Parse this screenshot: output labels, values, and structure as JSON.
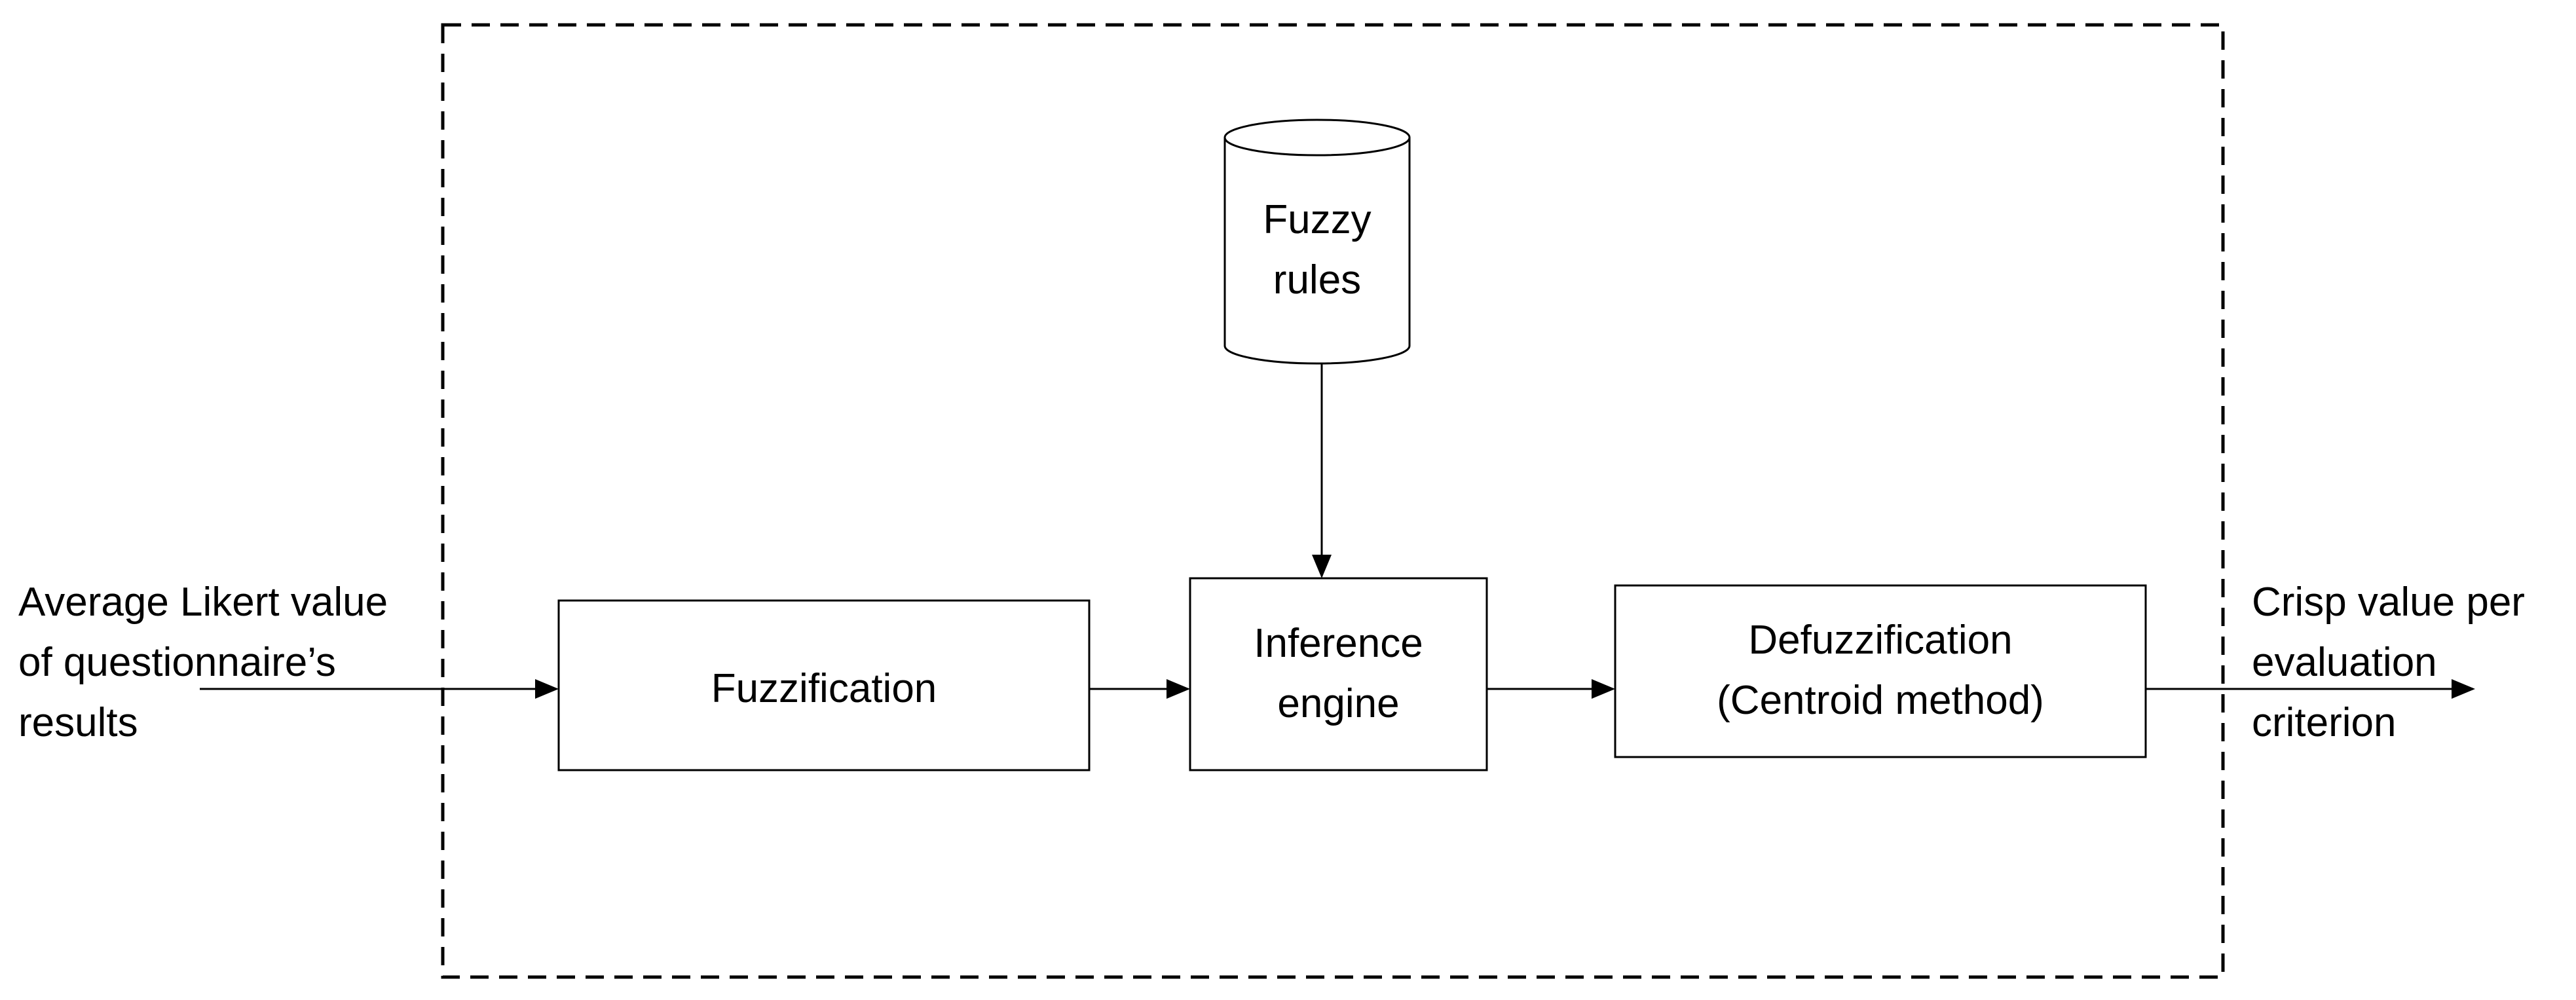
{
  "input_label": "Average Likert value\nof questionnaire’s\nresults",
  "output_label": "Crisp value per\nevaluation\ncriterion",
  "blocks": {
    "fuzzification": "Fuzzification",
    "inference": "Inference\nengine",
    "defuzzification": "Defuzzification\n(Centroid method)",
    "rules": "Fuzzy\nrules"
  }
}
